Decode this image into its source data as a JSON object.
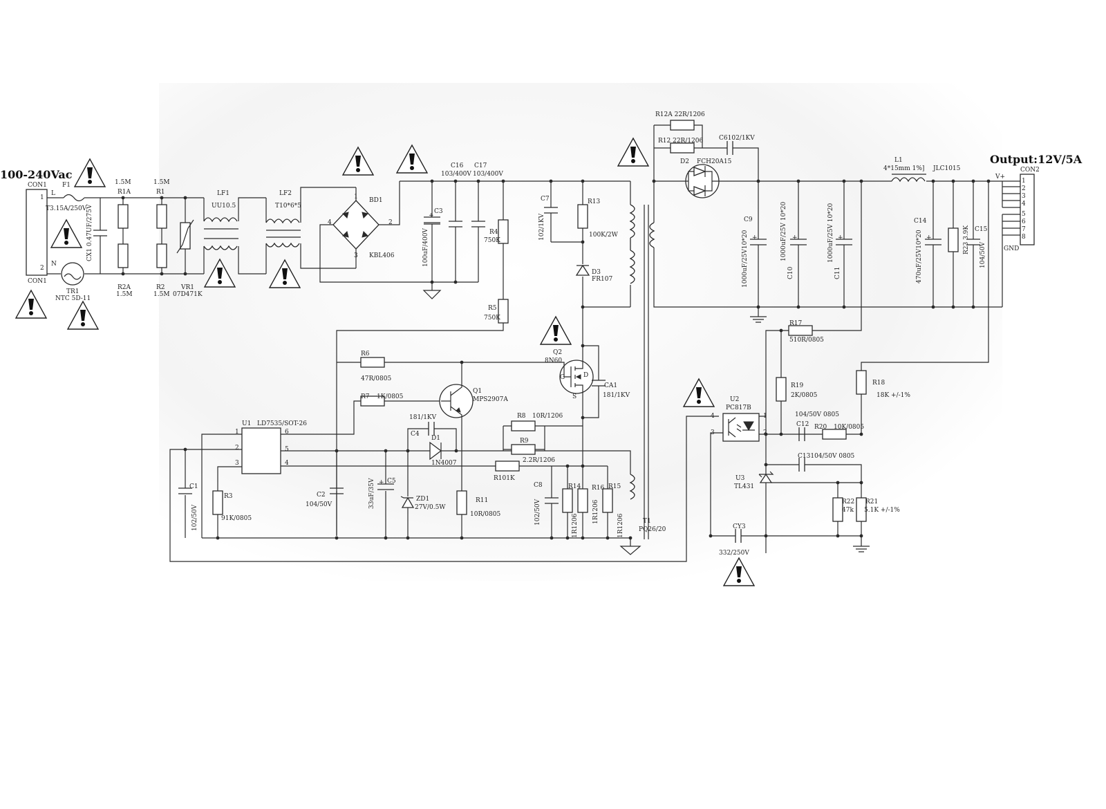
{
  "input_title": "100-240Vac",
  "output_title": "Output:12V/5A",
  "labels": {
    "con1_top": "CON1",
    "con1_bottom": "CON1",
    "pin1": "1",
    "pin2": "2",
    "line": "L",
    "neutral": "N",
    "f1": "F1",
    "f1_val": "T3.15A/250V",
    "tr1": "TR1",
    "tr1_val": "NTC 5D-11",
    "cx1": "CX1 0.47UF/275V",
    "r1a_val": "1.5M",
    "r1a": "R1A",
    "r2a": "R2A",
    "r2a_val": "1.5M",
    "r1_val": "1.5M",
    "r1": "R1",
    "r2": "R2",
    "r2_val": "1.5M",
    "vr1": "VR1",
    "vr1_val": "07D471K",
    "lf1": "LF1",
    "lf1_val": "UU10.5",
    "lf2": "LF2",
    "lf2_val": "T10*6*5",
    "bd1": "BD1",
    "bd1_val": "KBL406",
    "bd_p1": "1",
    "bd_p2": "2",
    "bd_p3": "3",
    "bd_p4": "4",
    "c16": "C16",
    "c16_val": "103/400V",
    "c17": "C17",
    "c17_val": "103/400V",
    "c3": "C3",
    "c3_val": "100uF/400V",
    "r4": "R4",
    "r4_val": "750K",
    "r5": "R5",
    "r5_val": "750K",
    "c7": "C7",
    "c7_val": "102/1KV",
    "r13": "R13",
    "r13_val": "100K/2W",
    "d3": "D3",
    "d3_val": "FR107",
    "r12a": "R12A 22R/1206",
    "r12": "R12 22R/1206",
    "c6": "C6102/1KV",
    "d2": "D2",
    "d2_val": "FCH20A15",
    "c9": "C9",
    "c9_val": "1000uF/25V10*20",
    "c10": "C10",
    "c10_val": "1000uF/25V 10*20",
    "c11": "C11",
    "c11_val": "1000uF/25V 10*20",
    "l1": "L1",
    "l1_val": "4*15mm 1%]",
    "jlc": "JLC1015",
    "c14": "C14",
    "c14_val": "470uF/25V10*20",
    "r23": "R23 3.9K",
    "c15": "C15",
    "c15_val": "104/50V",
    "con2": "CON2",
    "v_plus": "V+",
    "gnd": "GND",
    "con2_pins": [
      "1",
      "2",
      "3",
      "4",
      "5",
      "6",
      "7",
      "8"
    ],
    "q2": "Q2",
    "q2_val": "8N60",
    "q2_g": "G",
    "q2_d": "D",
    "q2_s": "S",
    "ca1": "CA1",
    "ca1_val": "181/1KV",
    "r6": "R6",
    "r6_val": "47R/0805",
    "r7": "R7",
    "r7_val": "1K/0805",
    "q1": "Q1",
    "q1_val": "MPS2907A",
    "u1": "U1",
    "u1_val": "LD7535/SOT-26",
    "u1_p1": "1",
    "u1_p2": "2",
    "u1_p3": "3",
    "u1_p4": "4",
    "u1_p5": "5",
    "u1_p6": "6",
    "c1": "C1",
    "c1_val": "102/50V",
    "r3": "R3",
    "r3_val": "91K/0805",
    "c2": "C2",
    "c2_val": "104/50V",
    "c5": "C5",
    "c5_val": "33uF/35V",
    "c4": "C4",
    "c4_val": "181/1KV",
    "d1": "D1",
    "d1_val": "1N4007",
    "zd1": "ZD1",
    "zd1_val": "27V/0.5W",
    "r11": "R11",
    "r11_val": "10R/0805",
    "r8": "R8",
    "r8_val": "10R/1206",
    "r9": "R9",
    "r9_val": "2.2R/1206",
    "r10": "R101K",
    "c8": "C8",
    "c8_val": "102/50V",
    "r14": "R14",
    "r14_val": "1R1206",
    "r16": "R16",
    "r16_val": "1R1206",
    "r15": "R15",
    "r15_val": "1R1206",
    "t1": "T1",
    "t1_val": "PQ26/20",
    "r17": "R17",
    "r17_val": "510R/0805",
    "r19": "R19",
    "r19_val": "2K/0805",
    "r18": "R18",
    "r18_val": "18K +/-1%",
    "u2": "U2",
    "u2_val": "PC817B",
    "u2_p1": "1",
    "u2_p2": "2",
    "u2_p3": "3",
    "u2_p4": "4",
    "c12_note": "104/50V 0805",
    "c12": "C12",
    "r20": "R20",
    "r20_val": "10K/0805",
    "c13": "C13104/50V 0805",
    "u3": "U3",
    "u3_val": "TL431",
    "r22": "R22",
    "r22_val": "47k",
    "r21": "R21",
    "r21_val": "5.1K +/-1%",
    "cy3": "CY3",
    "cy3_val": "332/250V"
  }
}
